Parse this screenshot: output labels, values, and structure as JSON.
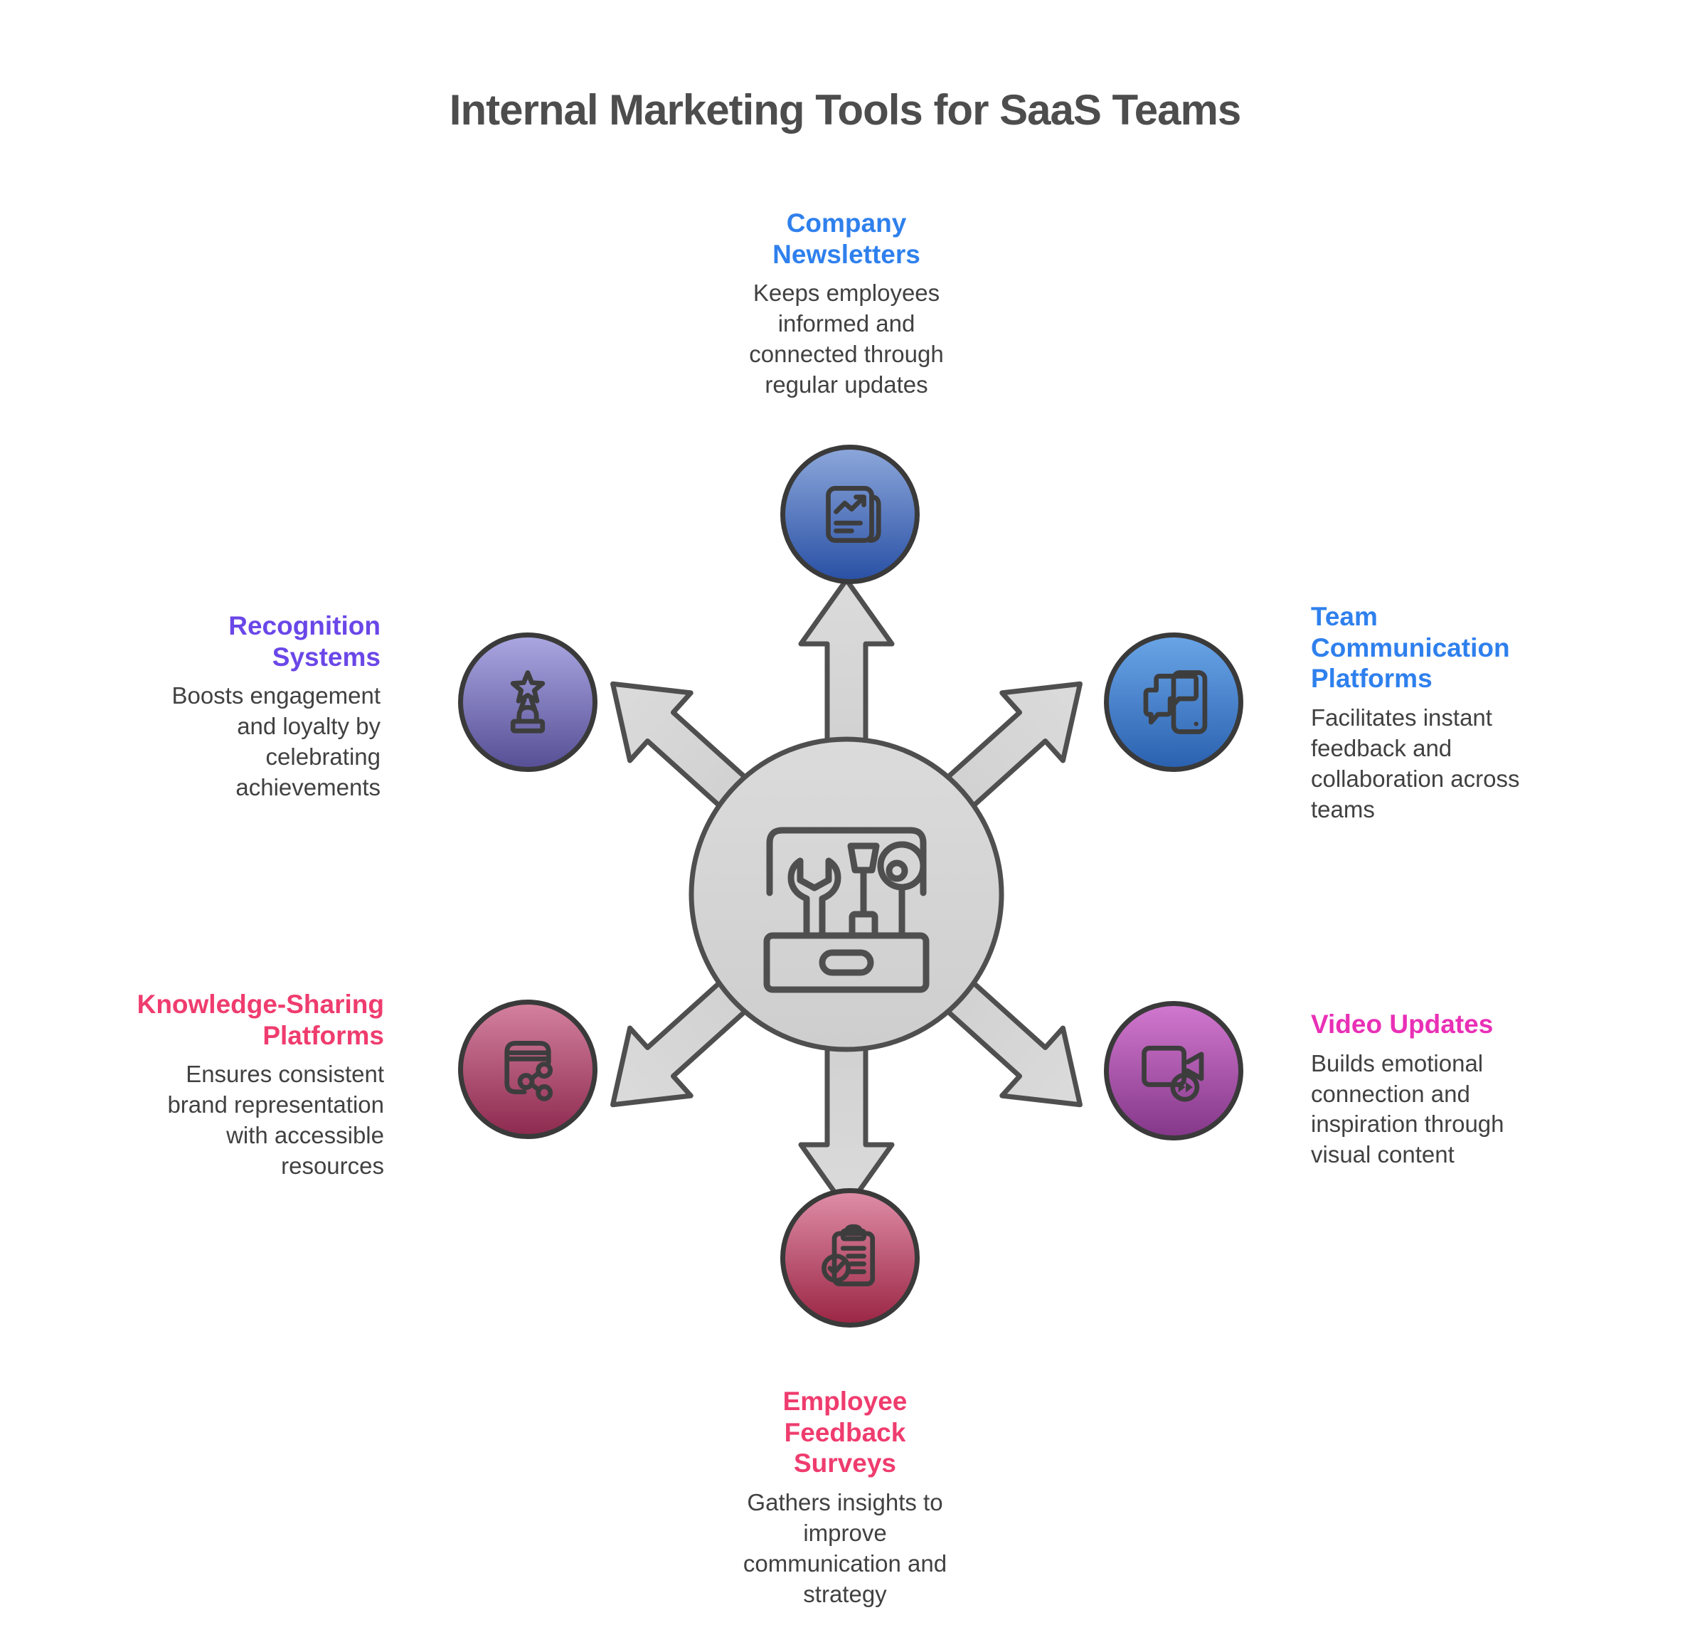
{
  "title": "Internal Marketing Tools for SaaS Teams",
  "hub": {
    "icon": "toolbox-icon",
    "fill_color": "#d3d3d3",
    "outline_color": "#4f4f4f"
  },
  "nodes": [
    {
      "id": "company-newsletters",
      "position": "top",
      "label": "Company Newsletters",
      "description": "Keeps employees informed and connected through regular updates",
      "accent_color": "#2f80ed",
      "icon": "newsletter-icon",
      "heading_css": "color:#2f80ed",
      "circle_css": "background:linear-gradient(180deg,#8ba6da 0%,#2a51a5 100%)"
    },
    {
      "id": "team-communication-platforms",
      "position": "upper-right",
      "label": "Team Communication Platforms",
      "description": "Facilitates instant feedback and collaboration across teams",
      "accent_color": "#2f80ed",
      "icon": "phone-chat-icon",
      "heading_css": "color:#2f80ed",
      "circle_css": "background:linear-gradient(180deg,#69a4e6 0%,#2b62b0 100%)"
    },
    {
      "id": "video-updates",
      "position": "lower-right",
      "label": "Video Updates",
      "description": "Builds emotional connection and inspiration through visual content",
      "accent_color": "#e930b6",
      "icon": "video-camera-icon",
      "heading_css": "color:#e930b6",
      "circle_css": "background:linear-gradient(180deg,#d077ce 0%,#85388a 100%)"
    },
    {
      "id": "employee-feedback-surveys",
      "position": "bottom",
      "label": "Employee Feedback Surveys",
      "description": "Gathers insights to improve communication and strategy",
      "accent_color": "#ef3c6e",
      "icon": "clipboard-check-icon",
      "heading_css": "color:#ef3c6e",
      "circle_css": "background:linear-gradient(180deg,#de8ca6 0%,#9b2745 100%)"
    },
    {
      "id": "knowledge-sharing-platforms",
      "position": "lower-left",
      "label": "Knowledge-Sharing Platforms",
      "description": "Ensures consistent brand representation with accessible resources",
      "accent_color": "#ef3c6e",
      "icon": "book-share-icon",
      "heading_css": "color:#ef3c6e",
      "circle_css": "background:linear-gradient(180deg,#d3809d 0%,#8e2b50 100%)"
    },
    {
      "id": "recognition-systems",
      "position": "upper-left",
      "label": "Recognition Systems",
      "description": "Boosts engagement and loyalty by celebrating achievements",
      "accent_color": "#6a47e8",
      "icon": "trophy-star-icon",
      "heading_css": "color:#6a47e8",
      "circle_css": "background:linear-gradient(180deg,#a9a6e1 0%,#575096 100%)"
    }
  ]
}
